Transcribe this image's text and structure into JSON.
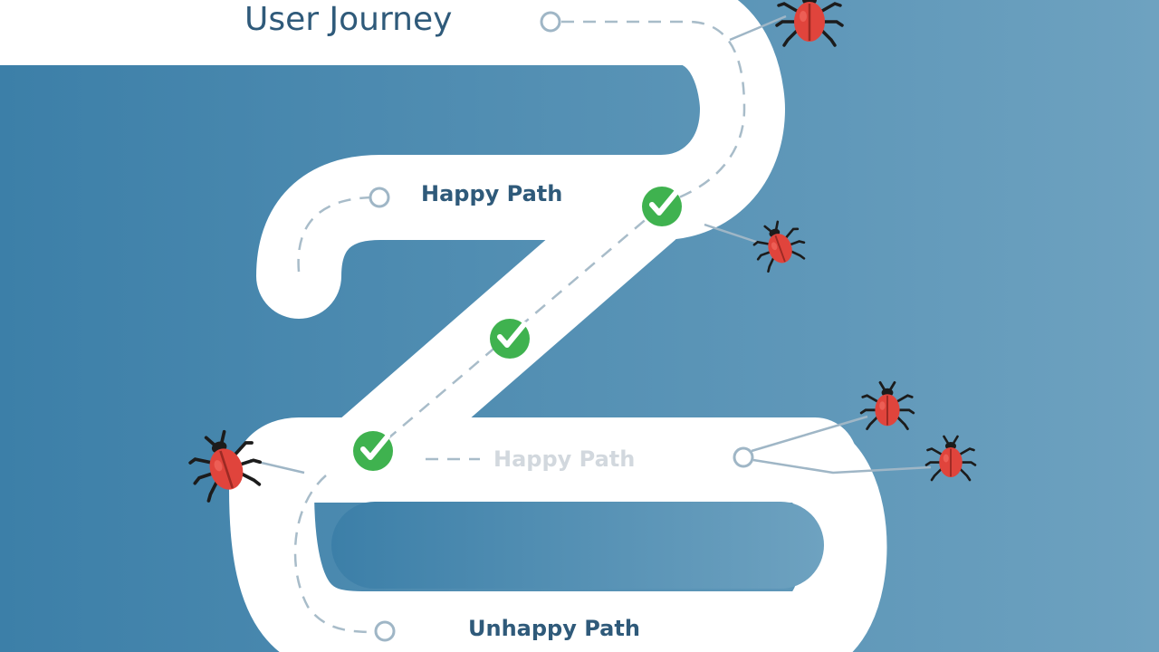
{
  "diagram": {
    "title": "User Journey",
    "labels": {
      "happy_path": "Happy Path",
      "middle_faded": "Happy Path",
      "unhappy_path": "Unhappy Path"
    },
    "colors": {
      "background_left": "#3f82aa",
      "background_right": "#6a9fbe",
      "road": "#ffffff",
      "dash": "#a8bcc9",
      "text": "#2f5a7a",
      "check": "#3fb24f",
      "bug": "#e0443c",
      "bug_dark": "#1c1c1c",
      "tether": "#9fb6c6"
    },
    "icons": {
      "checkpoint": "check-circle-icon",
      "bug": "bug-icon",
      "node": "ring-node-icon"
    },
    "counts": {
      "checkpoints": 3,
      "bugs": 5
    }
  }
}
